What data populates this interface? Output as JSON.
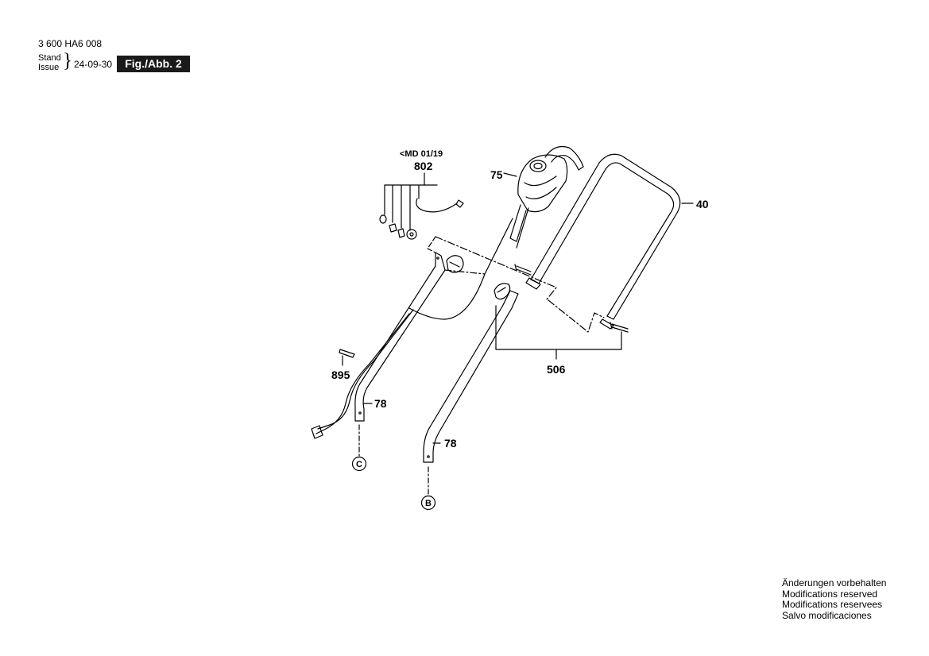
{
  "header": {
    "doc_number": "3 600 HA6 008",
    "stand_label": "Stand",
    "issue_label": "Issue",
    "issue_date": "24-09-30",
    "figure_label": "Fig./Abb. 2"
  },
  "parts": {
    "p802_note": "<MD 01/19",
    "p802": "802",
    "p75": "75",
    "p40": "40",
    "p506": "506",
    "p895": "895",
    "p78_left": "78",
    "p78_right": "78",
    "ref_c": "C",
    "ref_b": "B"
  },
  "disclaimer": {
    "de": "Änderungen vorbehalten",
    "en": "Modifications reserved",
    "fr": "Modifications reservees",
    "es": "Salvo modificaciones"
  }
}
